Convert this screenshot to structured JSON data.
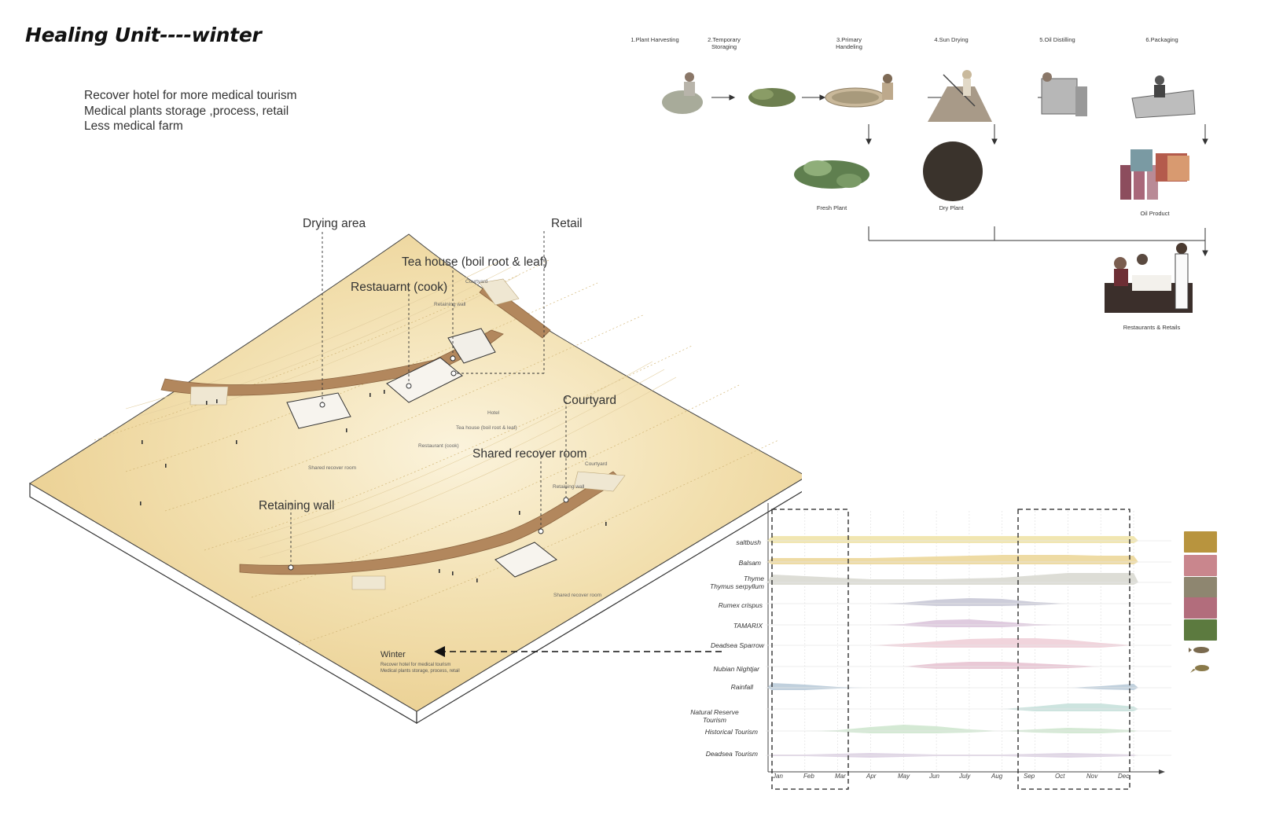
{
  "title": "Healing Unit----winter",
  "intro": {
    "lines": [
      "Recover hotel for more medical tourism",
      "Medical plants storage ,process, retail",
      "Less medical farm"
    ]
  },
  "site_plan": {
    "callouts": {
      "drying_area": "Drying area",
      "retail": "Retail",
      "tea_house": "Tea house (boil root & leaf)",
      "restaurant": "Restauarnt (cook)",
      "courtyard": "Courtyard",
      "shared_recover_room": "Shared recover room",
      "retaining_wall": "Retaining wall"
    },
    "small_labels": {
      "courtyard_1": "Courtyard",
      "retaining_wall_1": "Retaining wall",
      "hotel": "Hotel",
      "tea_house_small": "Tea house (boil root & leaf)",
      "restaurant_small": "Restaurant (cook)",
      "shared_recover_room_1": "Shared recover room",
      "courtyard_2": "Courtyard",
      "retaining_wall_2": "Retaining wall",
      "shared_recover_room_2": "Shared recover room"
    },
    "season_note": {
      "title": "Winter",
      "line1": "Recover hotel for medical tourism",
      "line2": "Medical plants storage, process, retail"
    }
  },
  "process": {
    "steps": [
      {
        "label": "1.Plant Harvesting"
      },
      {
        "label": "2.Temporary Storaging"
      },
      {
        "label": "3.Primary Handeling"
      },
      {
        "label": "4.Sun Drying"
      },
      {
        "label": "5.Oil Distilling"
      },
      {
        "label": "6.Packaging"
      }
    ],
    "products": [
      {
        "label": "Fresh Plant"
      },
      {
        "label": "Dry Plant"
      },
      {
        "label": "Oil Product"
      }
    ],
    "final": {
      "label": "Restaurants & Retails"
    }
  },
  "timeline": {
    "months": [
      "Jan",
      "Feb",
      "Mar",
      "Apr",
      "May",
      "Jun",
      "July",
      "Aug",
      "Sep",
      "Oct",
      "Nov",
      "Dec"
    ],
    "rows": [
      {
        "label": "saltbush",
        "color": "#efe3a8"
      },
      {
        "label": "Balsam",
        "color": "#ecd79a"
      },
      {
        "label": "Thyme\nThymus serpyllum",
        "color": "#d9d9d2"
      },
      {
        "label": "Rumex crispus",
        "color": "#c8c8d6"
      },
      {
        "label": "TAMARIX",
        "color": "#dcc5dc"
      },
      {
        "label": "Deadsea Sparrow",
        "color": "#efcfd8"
      },
      {
        "label": "Nubian Nightjar",
        "color": "#e8c3d2"
      },
      {
        "label": "Rainfall",
        "color": "#b9cbd9"
      },
      {
        "label": "Natural Reserve\nTourism",
        "color": "#c8e1dc"
      },
      {
        "label": "Historical Tourism",
        "color": "#cfe7cf"
      },
      {
        "label": "Deadsea Tourism",
        "color": "#dccfe2"
      }
    ],
    "highlight_windows": [
      "Jan–Mar",
      "Sep–Dec"
    ]
  }
}
